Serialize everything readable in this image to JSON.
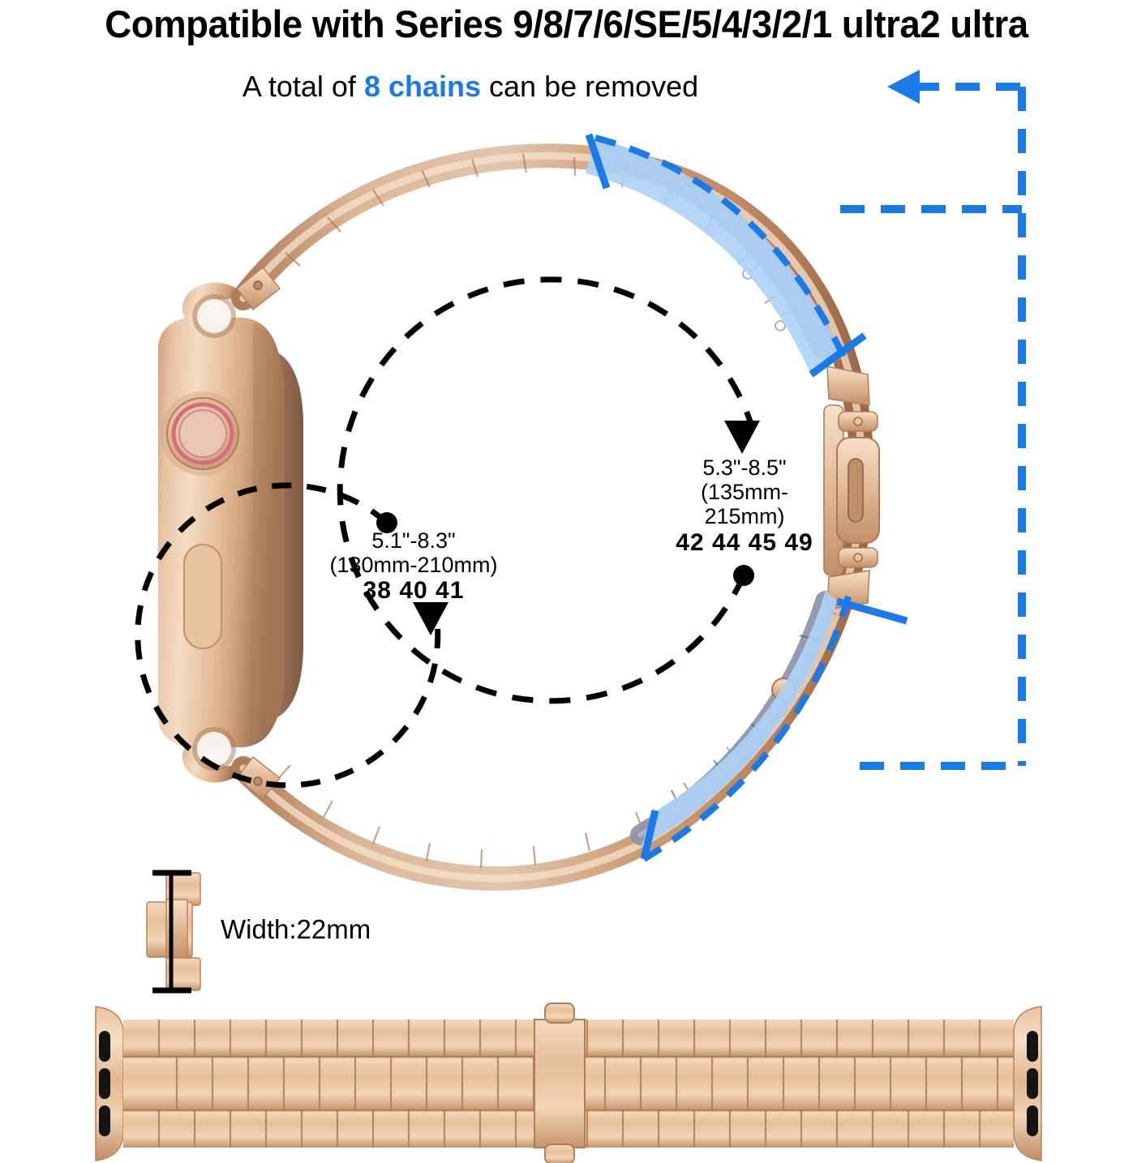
{
  "headline": "Compatible with Series 9/8/7/6/SE/5/4/3/2/1 ultra2 ultra",
  "subline": {
    "before": "A total of ",
    "highlight": "8 chains",
    "after": " can be removed"
  },
  "measurements": {
    "inner": {
      "inches": "5.1\"-8.3\"",
      "mm": "(130mm-210mm)",
      "sizes": "38 40 41"
    },
    "outer": {
      "inches": "5.3\"-8.5\"",
      "mm_line1": "(135mm-",
      "mm_line2": "215mm)",
      "sizes": "42 44 45 49"
    }
  },
  "width_label": "Width:22mm",
  "colors": {
    "accent_blue": "#1a7ae8",
    "highlight_fill": "#aed2f7",
    "rose_gold_light": "#eec6a6",
    "rose_gold_mid": "#d9a986",
    "rose_gold_dark": "#b5815c",
    "rose_gold_deep": "#8c5c3c",
    "link_grey": "#8e93a8",
    "crown_pink": "#e07b86",
    "black": "#000000"
  },
  "diagram": {
    "watch_case_name": "watch-case-side-profile",
    "removable_segment_count": 8,
    "highlight_regions": 2,
    "dashed_circle_count": 2
  }
}
